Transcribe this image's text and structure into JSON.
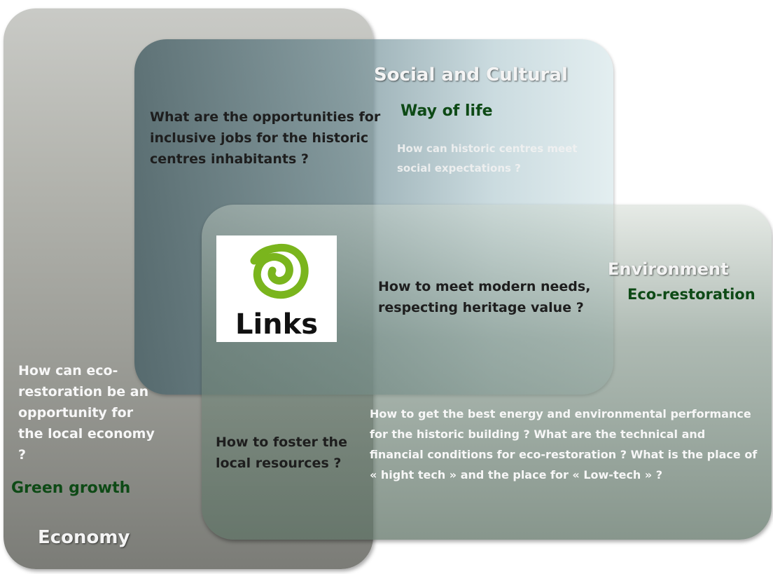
{
  "social": {
    "title": "Social and Cultural",
    "subtitle": "Way of life",
    "question": "How can historic centres meet social expectations ?",
    "jobs_question": "What are the opportunities for inclusive jobs for the historic centres inhabitants ?"
  },
  "environment": {
    "title": "Environment",
    "subtitle": "Eco-restoration",
    "center_question": "How to meet modern needs, respecting heritage value ?",
    "energy_questions": "How to get the best energy and environmental performance for the historic building ? What are the technical and financial conditions for eco-restoration ? What is the place of « hight tech » and the place for « Low-tech » ?"
  },
  "economy": {
    "title": "Economy",
    "subtitle": "Green growth",
    "question": "How can eco-restoration be an opportunity for the local economy ?",
    "foster_question": "How to foster the local resources ?"
  },
  "logo": {
    "text": "Links",
    "color": "#7ab51d"
  },
  "colors": {
    "subtitle_green": "#0e4a16",
    "title_white": "#f4f4f4"
  }
}
